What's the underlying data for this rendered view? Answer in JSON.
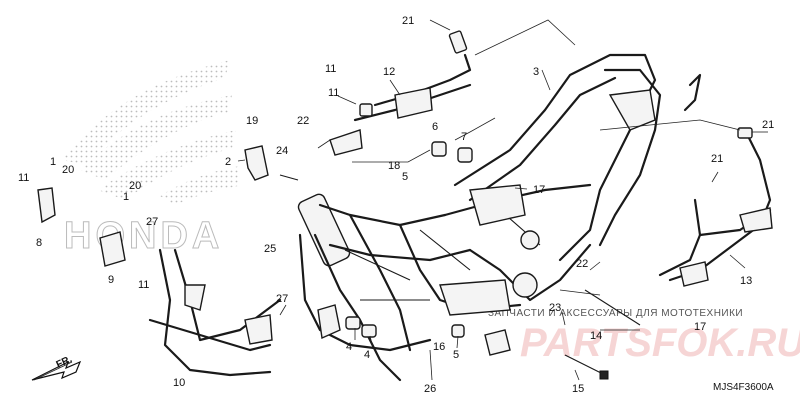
{
  "diagram": {
    "figure_code": "MJS4F3600A",
    "front_label": "FR.",
    "logo_text": "HONDA",
    "watermark": {
      "top_text": "ЗАПЧАСТИ И АКСЕССУАРЫ ДЛЯ МОТОТЕХНИКИ",
      "main_text": "PARTSFOK.RU"
    },
    "callouts": [
      {
        "id": "c21a",
        "label": "21"
      },
      {
        "id": "c3",
        "label": "3"
      },
      {
        "id": "c11a",
        "label": "11"
      },
      {
        "id": "c12",
        "label": "12"
      },
      {
        "id": "c11b",
        "label": "11"
      },
      {
        "id": "c19",
        "label": "19"
      },
      {
        "id": "c22a",
        "label": "22"
      },
      {
        "id": "c6",
        "label": "6"
      },
      {
        "id": "c7",
        "label": "7"
      },
      {
        "id": "c21b",
        "label": "21"
      },
      {
        "id": "c2",
        "label": "2"
      },
      {
        "id": "c24",
        "label": "24"
      },
      {
        "id": "c1a",
        "label": "1"
      },
      {
        "id": "c20a",
        "label": "20"
      },
      {
        "id": "c11c",
        "label": "11"
      },
      {
        "id": "c18",
        "label": "18"
      },
      {
        "id": "c5a",
        "label": "5"
      },
      {
        "id": "c17a",
        "label": "17"
      },
      {
        "id": "c21c",
        "label": "21"
      },
      {
        "id": "c1b",
        "label": "1"
      },
      {
        "id": "c20b",
        "label": "20"
      },
      {
        "id": "c27a",
        "label": "27"
      },
      {
        "id": "c8",
        "label": "8"
      },
      {
        "id": "c25",
        "label": "25"
      },
      {
        "id": "c9",
        "label": "9"
      },
      {
        "id": "c11d",
        "label": "11"
      },
      {
        "id": "c22b",
        "label": "22"
      },
      {
        "id": "c13",
        "label": "13"
      },
      {
        "id": "c27b",
        "label": "27"
      },
      {
        "id": "c23",
        "label": "23"
      },
      {
        "id": "c14",
        "label": "14"
      },
      {
        "id": "c17b",
        "label": "17"
      },
      {
        "id": "c4a",
        "label": "4"
      },
      {
        "id": "c4b",
        "label": "4"
      },
      {
        "id": "c16",
        "label": "16"
      },
      {
        "id": "c5b",
        "label": "5"
      },
      {
        "id": "c10",
        "label": "10"
      },
      {
        "id": "c26",
        "label": "26"
      },
      {
        "id": "c15",
        "label": "15"
      }
    ]
  }
}
